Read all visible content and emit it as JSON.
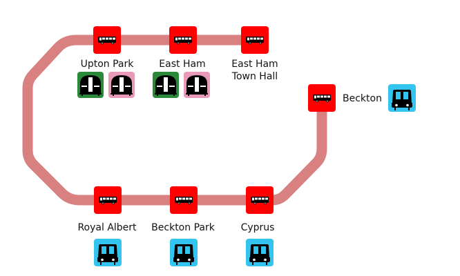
{
  "colors": {
    "line": "#d98080",
    "bus_stop": "#ff0000",
    "district": "#2a8a3a",
    "hammersmith_city": "#e89ab8",
    "dlr": "#33c4f0",
    "glyph": "#000000"
  },
  "stations": [
    {
      "id": "upton-park",
      "name": "Upton Park",
      "lines": [
        "district",
        "hammersmith_city"
      ]
    },
    {
      "id": "east-ham",
      "name": "East Ham",
      "lines": [
        "district",
        "hammersmith_city"
      ]
    },
    {
      "id": "east-ham-town-hall",
      "name": "East Ham\nTown Hall",
      "name_line1": "East Ham",
      "name_line2": "Town Hall",
      "lines": []
    },
    {
      "id": "beckton",
      "name": "Beckton",
      "lines": [
        "dlr"
      ]
    },
    {
      "id": "royal-albert",
      "name": "Royal Albert",
      "lines": [
        "dlr"
      ]
    },
    {
      "id": "beckton-park",
      "name": "Beckton Park",
      "lines": [
        "dlr"
      ]
    },
    {
      "id": "cyprus",
      "name": "Cyprus",
      "lines": [
        "dlr"
      ]
    }
  ],
  "icons": {
    "bus_stop": "bus-icon",
    "tube": "underground-train-icon",
    "dlr": "dlr-train-icon"
  }
}
